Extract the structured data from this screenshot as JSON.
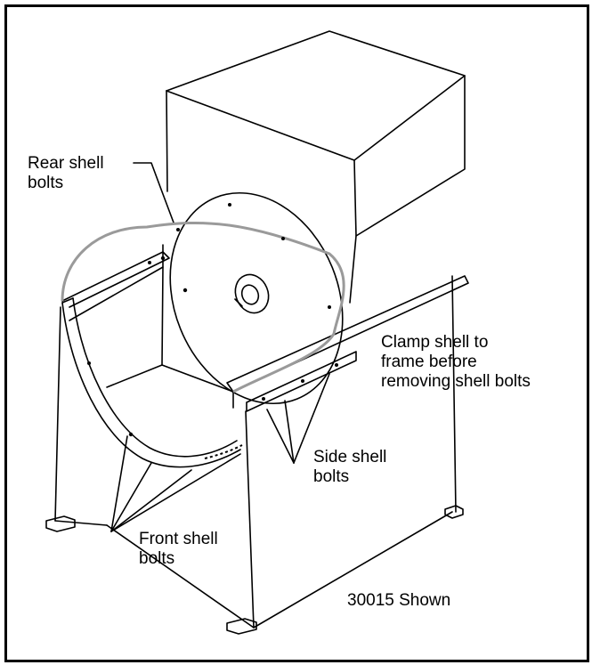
{
  "labels": {
    "rear_shell_bolts": "Rear shell\nbolts",
    "clamp_note": "Clamp shell to\nframe before\nremoving shell bolts",
    "side_shell_bolts": "Side shell\nbolts",
    "front_shell_bolts": "Front shell\nbolts",
    "model_note": "30015 Shown"
  },
  "colors": {
    "line": "#000000",
    "shell_outline": "#9a9a9a"
  }
}
